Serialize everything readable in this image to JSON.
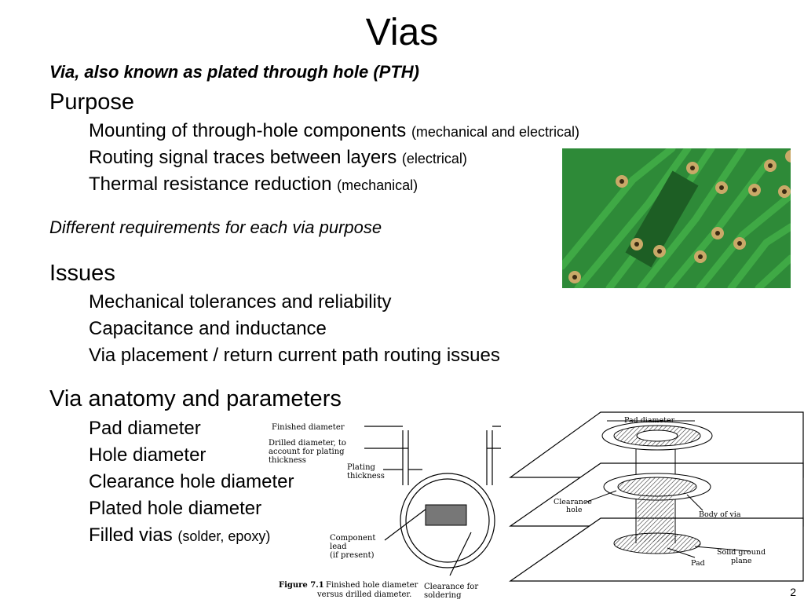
{
  "slide": {
    "title": "Vias",
    "subtitle": "Via, also known as plated through hole (PTH)",
    "purpose": {
      "heading": "Purpose",
      "items": [
        {
          "text": "Mounting of through-hole components",
          "note": "(mechanical and electrical)"
        },
        {
          "text": "Routing signal traces between layers",
          "note": "(electrical)"
        },
        {
          "text": "Thermal resistance reduction",
          "note": "(mechanical)"
        }
      ]
    },
    "requirements_note": "Different requirements for each via purpose",
    "issues": {
      "heading": "Issues",
      "items": [
        "Mechanical tolerances and reliability",
        "Capacitance and inductance",
        "Via placement / return current path routing issues"
      ]
    },
    "anatomy": {
      "heading": "Via anatomy and parameters",
      "items": [
        {
          "text": "Pad diameter",
          "note": ""
        },
        {
          "text": "Hole diameter",
          "note": ""
        },
        {
          "text": "Clearance hole diameter",
          "note": ""
        },
        {
          "text": "Plated hole diameter",
          "note": ""
        },
        {
          "text": "Filled vias",
          "note": "(solder, epoxy)"
        }
      ]
    },
    "page_number": "2"
  },
  "figure1": {
    "labels": {
      "finished_diameter": "Finished diameter",
      "drilled_1": "Drilled diameter, to",
      "drilled_2": "account for plating",
      "drilled_3": "thickness",
      "plating_1": "Plating",
      "plating_2": "thickness",
      "component_1": "Component",
      "component_2": "lead",
      "component_3": "(if present)",
      "clearance_1": "Clearance for",
      "clearance_2": "soldering"
    },
    "caption_label": "Figure 7.1",
    "caption_1": "Finished hole diameter",
    "caption_2": "versus drilled diameter."
  },
  "figure2": {
    "labels": {
      "pad_diameter": "Pad diameter",
      "clearance_1": "Clearance",
      "clearance_2": "hole",
      "body": "Body of via",
      "pad": "Pad",
      "ground_1": "Solid ground",
      "ground_2": "plane"
    }
  },
  "colors": {
    "pcb_board": "#2e8a38",
    "pcb_trace": "#3fa945",
    "pcb_dark": "#1d5e24",
    "via_ring": "#c9a968"
  }
}
